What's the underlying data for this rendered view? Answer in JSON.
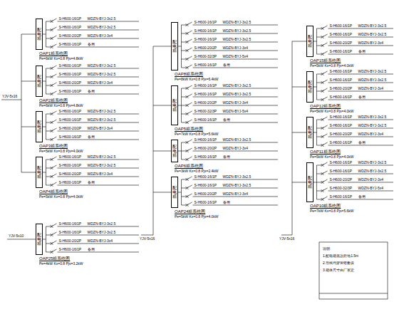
{
  "diagram": {
    "nodes": [
      {
        "text": [
          "配电箱",
          "OAP1箱系统图",
          "Pe=6kW Kx=0.8 Pjs=4.8kW"
        ]
      },
      {
        "text": [
          "配电箱",
          "OAP2箱系统图",
          "Pe=6kW Kx=0.8 Pjs=4.8kW"
        ]
      },
      {
        "text": [
          "配电箱",
          "OAP3箱系统图",
          "Pe=5kW Kx=0.8 Pjs=4.0kW"
        ]
      },
      {
        "text": [
          "配电箱",
          "OAP4箱系统图",
          "Pe=5kW Kx=0.8 Pjs=4.0kW"
        ]
      },
      {
        "text": [
          "配电箱",
          "OAP25箱系统图",
          "Pe=4kW Kx=0.8 Pjs=3.2kW"
        ]
      },
      {
        "text": [
          "配电箱",
          "OAP8箱系统图",
          "Pe=8kW Kx=0.8 Pjs=6.4kW"
        ]
      },
      {
        "text": [
          "配电箱",
          "OAP5箱系统图",
          "Pe=7kW Kx=0.8 Pjs=5.6kW"
        ]
      },
      {
        "text": [
          "配电箱",
          "OAP6箱系统图",
          "Pe=3kW Kx=0.8 Pjs=2.4kW"
        ]
      },
      {
        "text": [
          "配电箱",
          "OAP24箱系统图",
          "Pe=5kW Kx=0.8 Pjs=4.0kW"
        ]
      },
      {
        "text": [
          "配电箱",
          "OAP15箱系统图",
          "Pe=5kW Kx=0.8 Pjs=4.0kW"
        ]
      },
      {
        "text": [
          "配电箱",
          "OAP12箱系统图",
          "Pe=5kW Kx=0.8 Pjs=4.0kW"
        ]
      },
      {
        "text": [
          "配电箱",
          "OAP11箱系统图",
          "Pe=5kW Kx=0.8 Pjs=4.0kW"
        ]
      },
      {
        "text": [
          "配电箱",
          "OAP10箱系统图",
          "Pe=7kW Kx=0.8 Pjs=5.6kW"
        ]
      }
    ],
    "labels": [
      "S-H600-16/1P",
      "WDZN-BYJ-3x2.5",
      "S-H600-16/1P",
      "WDZN-BYJ-3x2.5",
      "S-H600-20/2P",
      "WDZN-BYJ-3x4",
      "S-H600-16/1P",
      "备用",
      "S-H600-16/1P",
      "WDZN-BYJ-3x2.5",
      "S-H600-16/1P",
      "WDZN-BYJ-3x2.5",
      "S-H600-20/2P",
      "WDZN-BYJ-3x4",
      "S-H600-16/1P",
      "备用",
      "S-H600-16/1P",
      "WDZN-BYJ-3x2.5",
      "S-H600-16/1P",
      "WDZN-BYJ-3x2.5",
      "S-H600-20/2P",
      "WDZN-BYJ-3x4",
      "S-H600-16/1P",
      "备用",
      "S-H600-16/1P",
      "WDZN-BYJ-3x2.5",
      "S-H600-16/1P",
      "WDZN-BYJ-3x2.5",
      "S-H600-20/2P",
      "WDZN-BYJ-3x4",
      "S-H600-16/1P",
      "备用",
      "S-H600-16/1P",
      "WDZN-BYJ-3x2.5",
      "S-H600-16/1P",
      "WDZN-BYJ-3x2.5",
      "S-H600-20/2P",
      "WDZN-BYJ-3x4",
      "S-H600-16/1P",
      "备用",
      "S-H600-16/1P",
      "WDZN-BYJ-3x2.5",
      "S-H600-16/1P",
      "WDZN-BYJ-3x2.5",
      "S-H600-16/1P",
      "WDZN-BYJ-3x2.5",
      "S-H600-20/2P",
      "WDZN-BYJ-3x4",
      "S-H600-32/3P",
      "WDZN-BYJ-5x4",
      "S-H600-16/1P",
      "备用",
      "S-H600-16/1P",
      "WDZN-BYJ-3x2.5",
      "S-H600-16/1P",
      "WDZN-BYJ-3x2.5",
      "S-H600-20/2P",
      "WDZN-BYJ-3x4",
      "S-H600-32/3P",
      "WDZN-BYJ-5x4",
      "S-H600-16/1P",
      "备用",
      "S-H600-16/1P",
      "WDZN-BYJ-3x2.5",
      "S-H600-20/2P",
      "WDZN-BYJ-3x4",
      "S-H600-16/1P",
      "备用",
      "S-H600-16/1P",
      "WDZN-BYJ-3x2.5",
      "S-H600-16/1P",
      "WDZN-BYJ-3x2.5",
      "S-H600-20/2P",
      "WDZN-BYJ-3x4",
      "S-H600-16/1P",
      "备用",
      "S-H600-16/1P",
      "WDZN-BYJ-3x2.5",
      "S-H600-16/1P",
      "WDZN-BYJ-3x2.5",
      "S-H600-20/2P",
      "WDZN-BYJ-3x4",
      "S-H600-16/1P",
      "备用",
      "S-H600-16/1P",
      "WDZN-BYJ-3x2.5",
      "S-H600-16/1P",
      "WDZN-BYJ-3x2.5",
      "S-H600-20/2P",
      "WDZN-BYJ-3x4",
      "S-H600-16/1P",
      "备用",
      "S-H600-16/1P",
      "WDZN-BYJ-3x2.5",
      "S-H600-16/1P",
      "WDZN-BYJ-3x2.5",
      "S-H600-20/2P",
      "WDZN-BYJ-3x4",
      "S-H600-16/1P",
      "备用",
      "S-H600-16/1P",
      "WDZN-BYJ-3x2.5",
      "S-H600-16/1P",
      "WDZN-BYJ-3x2.5",
      "S-H600-20/2P",
      "WDZN-BYJ-3x4",
      "S-H600-32/3P",
      "WDZN-BYJ-5x4",
      "S-H600-16/1P",
      "备用",
      "YJV-5x16",
      "YJV-5x10",
      "YJV-5x16",
      "YJV-5x16",
      "说明:",
      "1.配电箱底边距地1.5m",
      "2.导线均穿管暗敷设",
      "3.箱体尺寸由厂家定"
    ]
  }
}
